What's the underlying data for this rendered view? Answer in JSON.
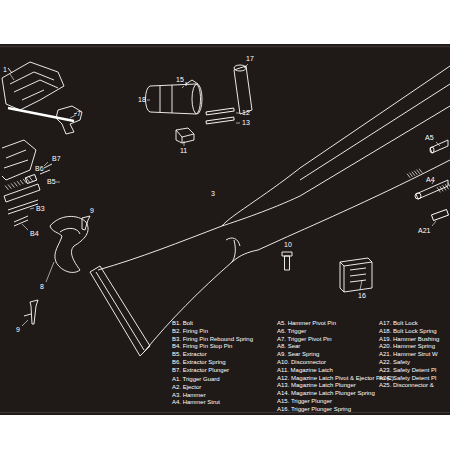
{
  "diagram": {
    "labels": [
      "1",
      "7",
      "B6",
      "B7",
      "B5",
      "B3",
      "B4",
      "9",
      "8",
      "9",
      "15",
      "17",
      "18",
      "12",
      "13",
      "11",
      "3",
      "10",
      "16",
      "A5",
      "A4",
      "A21",
      "B1. Bolt",
      "B2. Firing Pin",
      "B3. Firing Pin Rebound Spring",
      "B4. Firing Pin Stop Pin",
      "B5. Extractor",
      "B6. Extractor Spring",
      "B7. Extractor Plunger",
      "A1. Trigger Guard",
      "A2. Ejector",
      "A3. Hammer",
      "A4. Hammer Strut",
      "A5. Hammer Pivot Pin",
      "A6. Trigger",
      "A7. Trigger Pivot Pin",
      "A8. Sear",
      "A9. Sear Spring",
      "A10. Disconnector",
      "A11. Magazine Latch",
      "A12. Magazine Latch Pivot & Ejector Pin (2)",
      "A13. Magazine Latch Plunger",
      "A14. Magazine Latch Plunger Spring",
      "A15. Trigger Plunger",
      "A16. Trigger Plunger Spring",
      "A17. Bolt Lock",
      "A18. Bolt Lock Spring",
      "A19. Hammer Bushing",
      "A20. Hammer Spring",
      "A21. Hammer Strut W",
      "A22. Safety",
      "A23. Safety Detent Pl",
      "A24. Safety Detent Pl",
      "A25. Disconnector &"
    ]
  }
}
